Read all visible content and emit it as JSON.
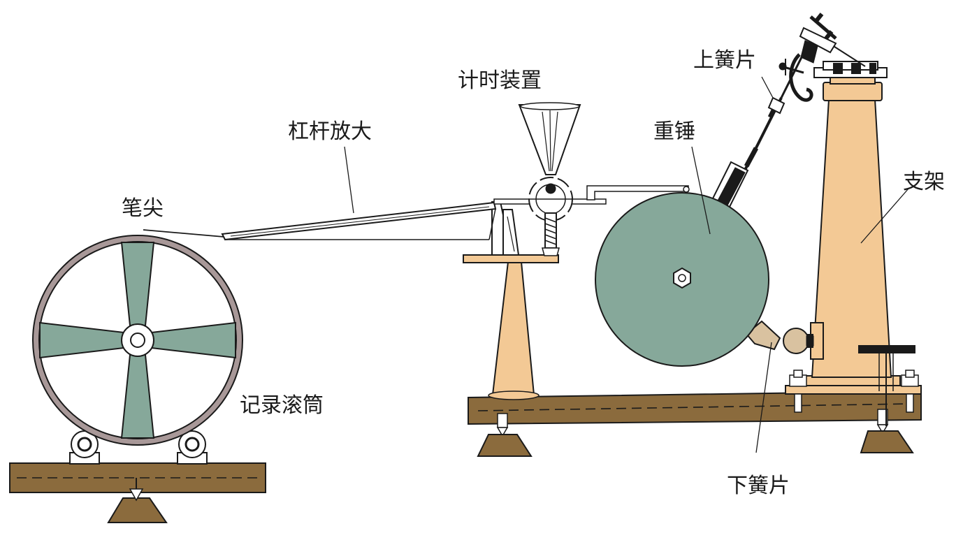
{
  "labels": {
    "pen_tip": "笔尖",
    "lever_amplify": "杠杆放大",
    "timer": "计时装置",
    "heavy_hammer": "重锤",
    "upper_spring": "上簧片",
    "support": "支架",
    "lower_spring": "下簧片",
    "record_drum": "记录滚筒"
  },
  "colors": {
    "wood": "#8b6b3d",
    "tan": "#f3c995",
    "green": "#86a89a",
    "drum_rim": "#a89898",
    "outline": "#1a1a1a"
  }
}
